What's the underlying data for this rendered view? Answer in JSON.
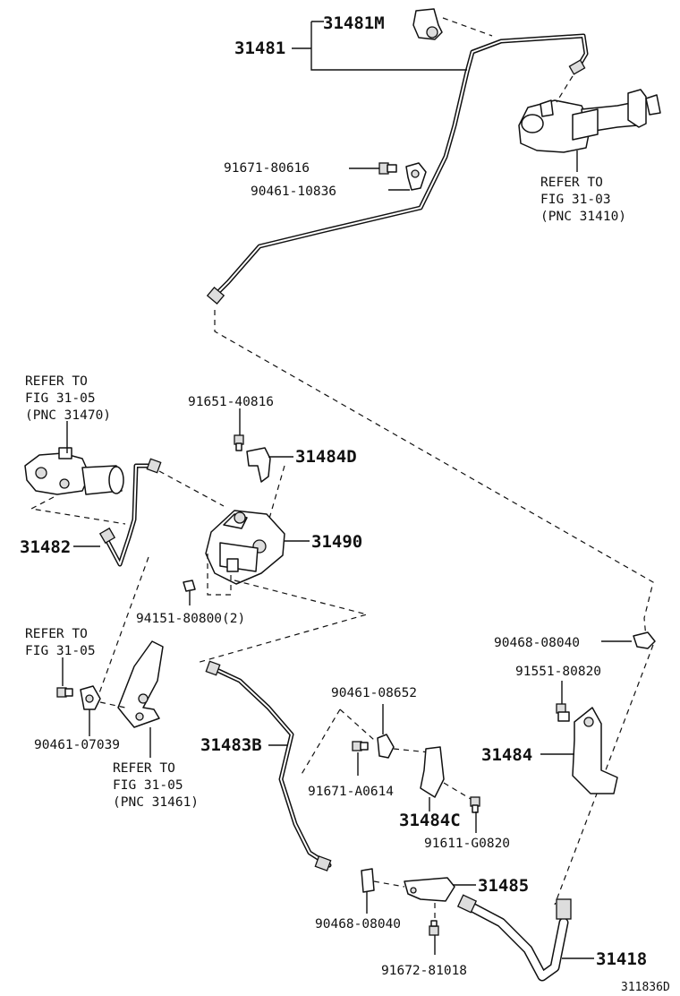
{
  "parts": {
    "p31481M": "31481M",
    "p31481": "31481",
    "p91671_80616": "91671-80616",
    "p90461_10836": "90461-10836",
    "p91651_40816": "91651-40816",
    "p31484D": "31484D",
    "p31490": "31490",
    "p31482": "31482",
    "p94151_80800": "94151-80800(2)",
    "p90461_07039": "90461-07039",
    "p31483B": "31483B",
    "p90461_08652": "90461-08652",
    "p91671_A0614": "91671-A0614",
    "p31484C": "31484C",
    "p91611_G0820": "91611-G0820",
    "p90468_08040_a": "90468-08040",
    "p91551_80820": "91551-80820",
    "p31484": "31484",
    "p31485": "31485",
    "p90468_08040_b": "90468-08040",
    "p31418": "31418",
    "p91672_81018": "91672-81018"
  },
  "refs": {
    "r1": [
      "REFER TO",
      "FIG 31-03",
      "(PNC 31410)"
    ],
    "r2": [
      "REFER TO",
      "FIG 31-05",
      "(PNC 31470)"
    ],
    "r3": [
      "REFER TO",
      "FIG 31-05"
    ],
    "r4": [
      "REFER TO",
      "FIG 31-05",
      "(PNC 31461)"
    ]
  },
  "figure_code": "311836D"
}
